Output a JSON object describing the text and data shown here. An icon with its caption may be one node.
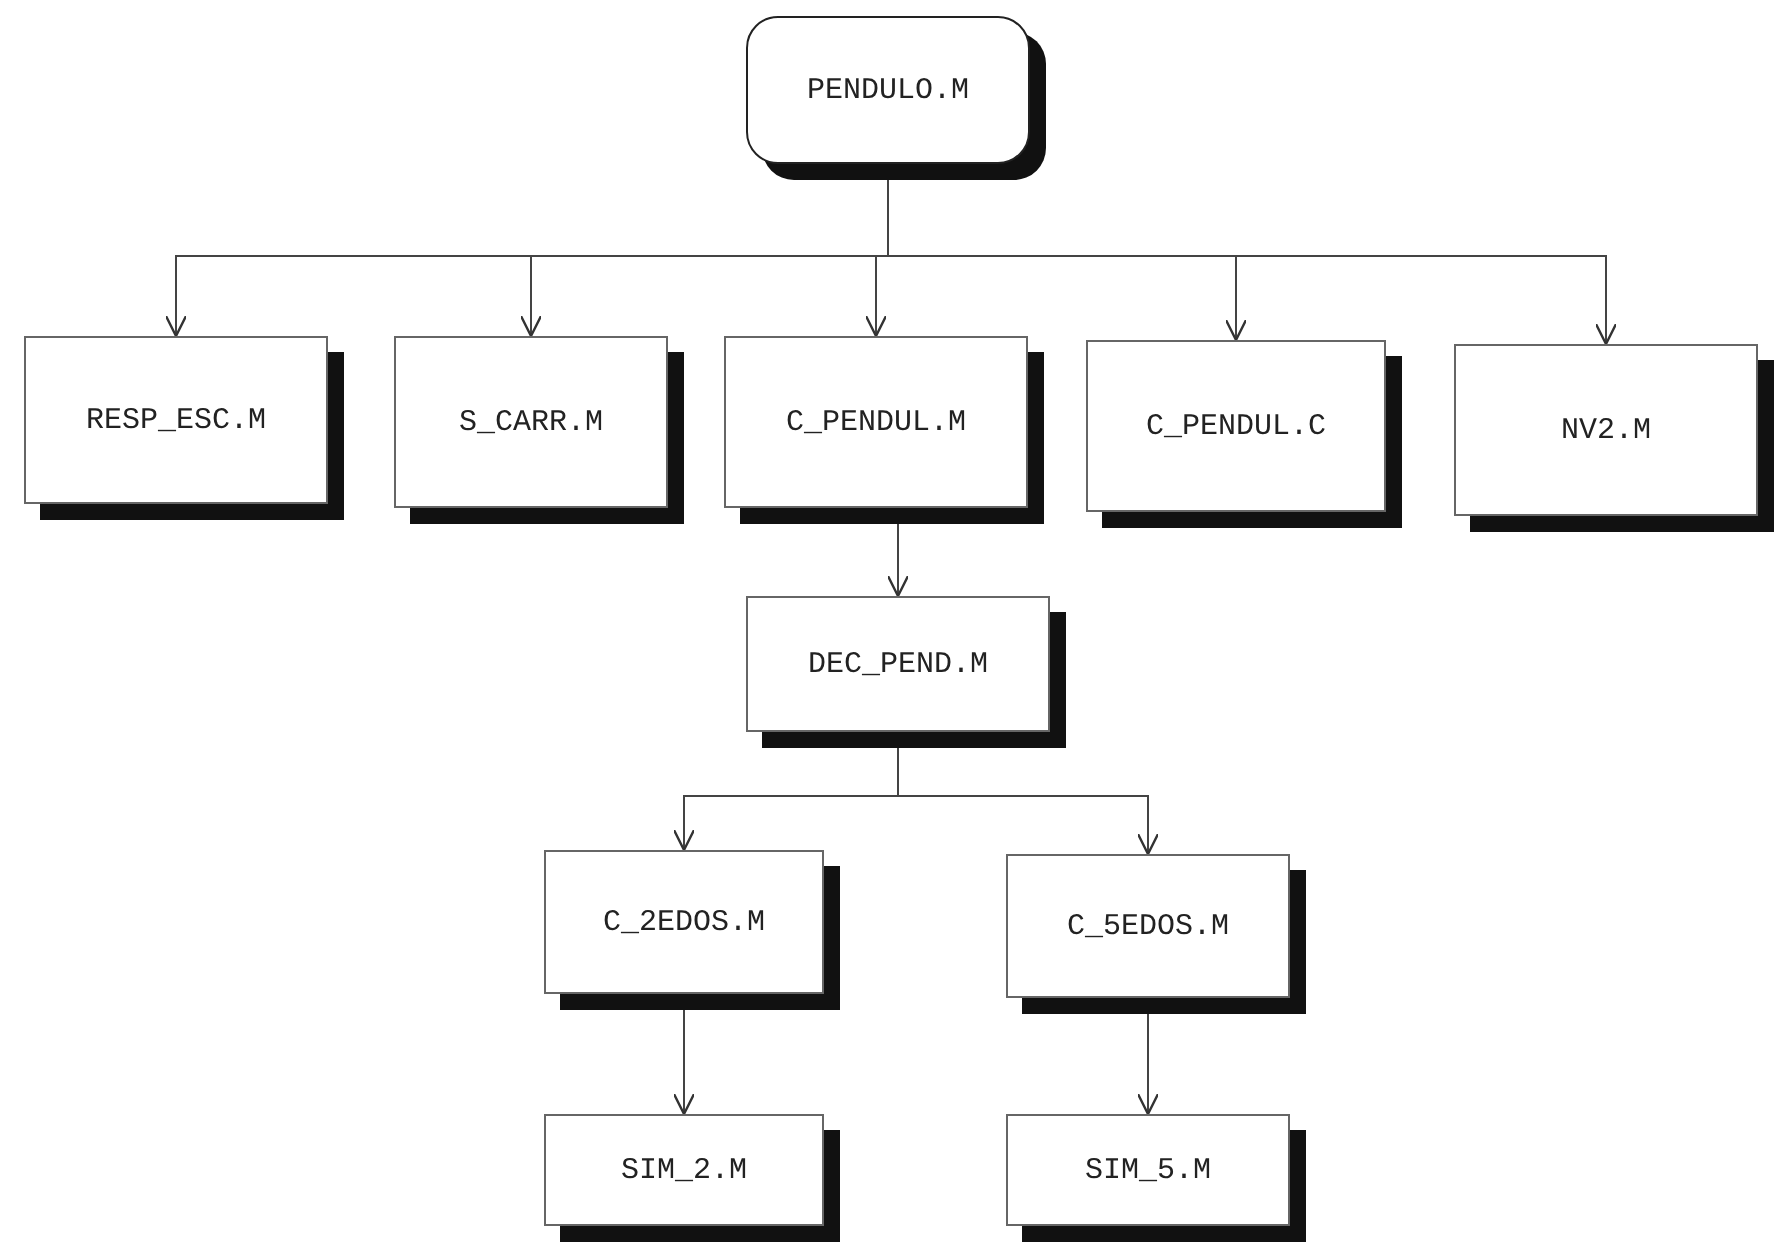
{
  "diagram": {
    "nodes": [
      {
        "text": [
          "PENDULO.M"
        ]
      },
      {
        "text": [
          "RESP_ESC.M"
        ]
      },
      {
        "text": [
          "S_CARR.M"
        ]
      },
      {
        "text": [
          "C_PENDUL.M"
        ]
      },
      {
        "text": [
          "C_PENDUL.C"
        ]
      },
      {
        "text": [
          "NV2.M"
        ]
      },
      {
        "text": [
          "DEC_PEND.M"
        ]
      },
      {
        "text": [
          "C_2EDOS.M"
        ]
      },
      {
        "text": [
          "C_5EDOS.M"
        ]
      },
      {
        "text": [
          "SIM_2.M"
        ]
      },
      {
        "text": [
          "SIM_5.M"
        ]
      }
    ],
    "edges": [
      {
        "from": 0,
        "to": 1,
        "arrow": "to"
      },
      {
        "from": 0,
        "to": 2,
        "arrow": "to"
      },
      {
        "from": 0,
        "to": 3,
        "arrow": "to"
      },
      {
        "from": 0,
        "to": 4,
        "arrow": "to"
      },
      {
        "from": 0,
        "to": 5,
        "arrow": "to"
      },
      {
        "from": 3,
        "to": 6,
        "arrow": "to"
      },
      {
        "from": 6,
        "to": 7,
        "arrow": "to"
      },
      {
        "from": 6,
        "to": 8,
        "arrow": "to"
      },
      {
        "from": 7,
        "to": 9,
        "arrow": "to"
      },
      {
        "from": 8,
        "to": 10,
        "arrow": "to"
      }
    ]
  }
}
